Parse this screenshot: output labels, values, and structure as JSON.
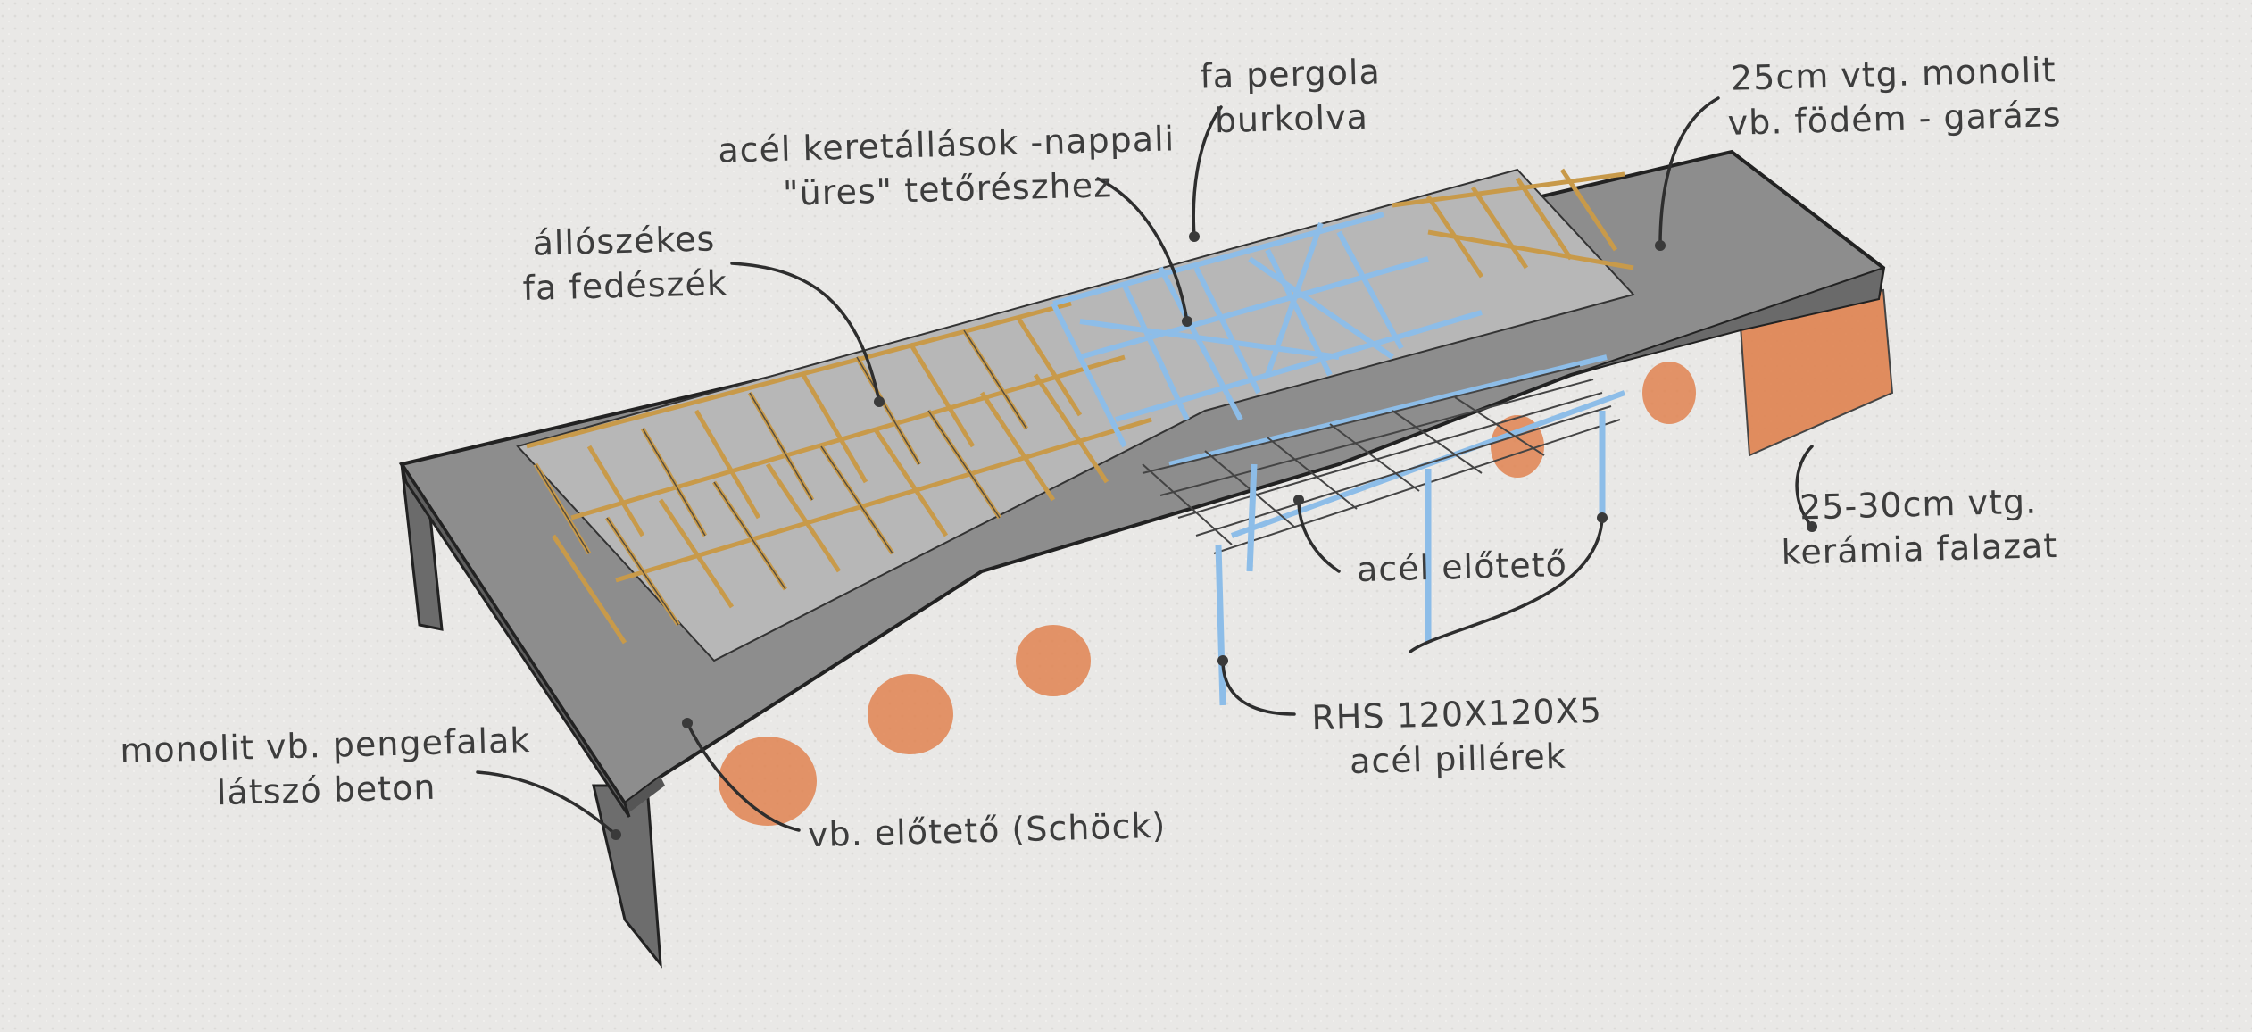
{
  "colors": {
    "paper": "#e9e8e6",
    "concrete": "#8d8d8d",
    "concrete_dark": "#5f5f5f",
    "timber": "#c89a4a",
    "steel": "#8dbde8",
    "masonry": "#e08350",
    "ink": "#3d3d3d"
  },
  "labels": {
    "pergola": [
      "fa pergola",
      "burkolva"
    ],
    "steel_frames": [
      "acél keretállások -nappali",
      "\"üres\" tetőrészhez"
    ],
    "slab": [
      "25cm vtg. monolit",
      "vb. födém - garázs"
    ],
    "timber_roof": [
      "állószékes",
      "fa fedészék"
    ],
    "masonry": [
      "25-30cm vtg.",
      "kerámia falazat"
    ],
    "steel_canopy": "acél előtető",
    "columns": [
      "RHS 120X120X5",
      "acél pillérek"
    ],
    "walls": [
      "monolit vb. pengefalak",
      "látszó beton"
    ],
    "concrete_canopy": "vb. előtető (Schöck)"
  }
}
